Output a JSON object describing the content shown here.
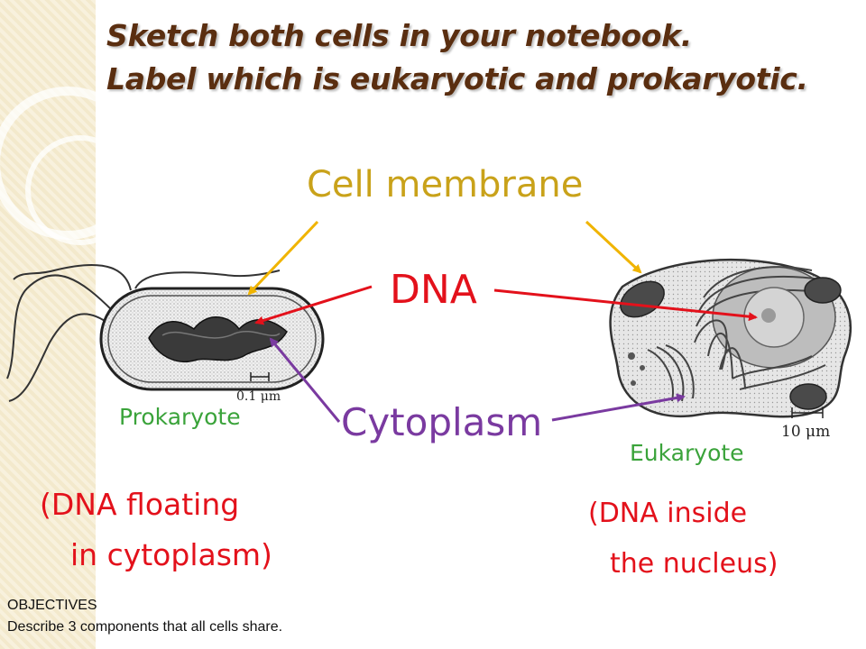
{
  "title": {
    "line1": "Sketch both cells in your notebook.",
    "line2": "Label which is eukaryotic and prokaryotic."
  },
  "labels": {
    "cell_membrane": "Cell membrane",
    "dna": "DNA",
    "cytoplasm": "Cytoplasm",
    "prokaryote": "Prokaryote",
    "eukaryote": "Eukaryote"
  },
  "scale_bars": {
    "prokaryote": "0.1 μm",
    "eukaryote": "10 μm"
  },
  "notes": {
    "prokaryote_line1": "(DNA floating",
    "prokaryote_line2": "in cytoplasm)",
    "eukaryote_line1": "(DNA inside",
    "eukaryote_line2": "the nucleus)"
  },
  "objectives": {
    "heading": "OBJECTIVES",
    "text": "Describe 3 components that all cells share."
  },
  "colors": {
    "membrane": "#f0b400",
    "dna": "#e3111b",
    "cytoplasm": "#7a3aa0",
    "cell_type": "#3aa33a"
  }
}
